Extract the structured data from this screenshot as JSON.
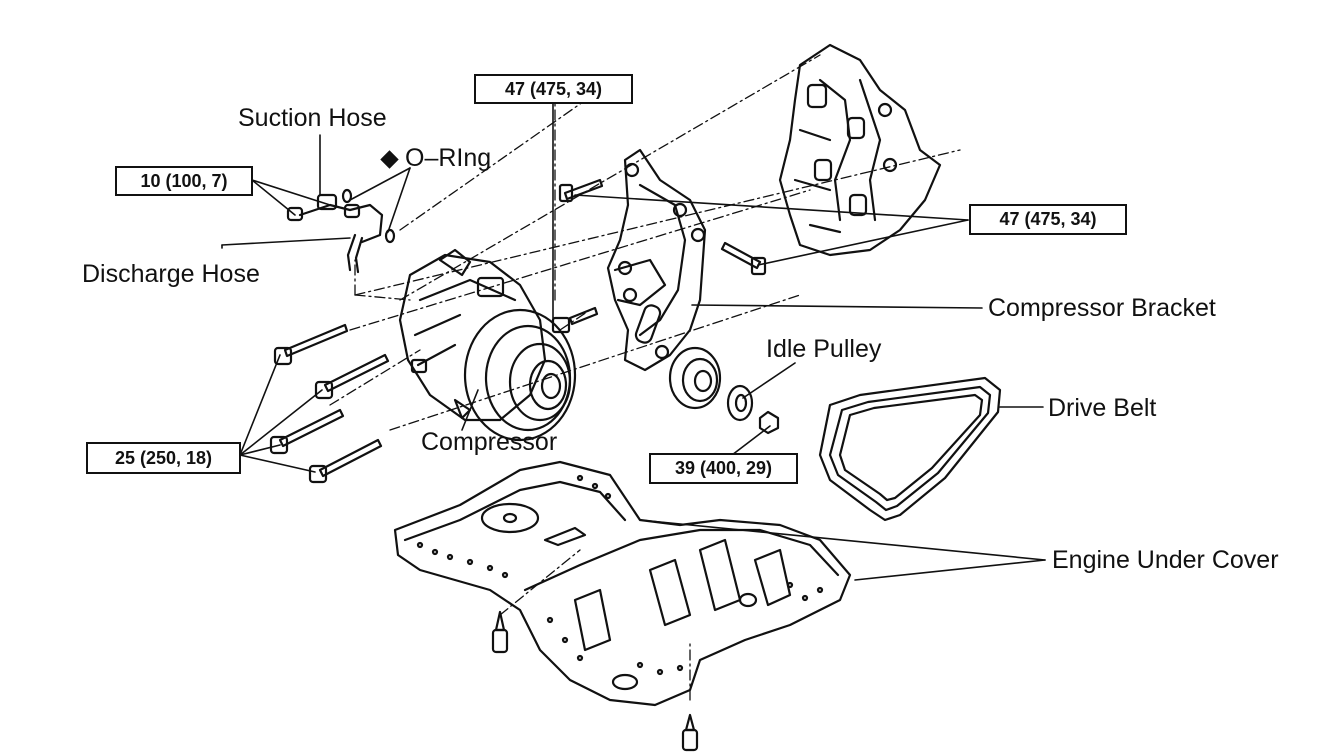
{
  "labels": {
    "suction_hose": "Suction Hose",
    "o_ring": "O–RIng",
    "discharge_hose": "Discharge Hose",
    "compressor": "Compressor",
    "compressor_bracket": "Compressor Bracket",
    "idle_pulley": "Idle Pulley",
    "drive_belt": "Drive Belt",
    "engine_under_cover": "Engine Under Cover"
  },
  "torque": {
    "t1": "47 (475, 34)",
    "t2": "10 (100, 7)",
    "t3": "47 (475, 34)",
    "t4": "25 (250, 18)",
    "t5": "39 (400, 29)"
  }
}
